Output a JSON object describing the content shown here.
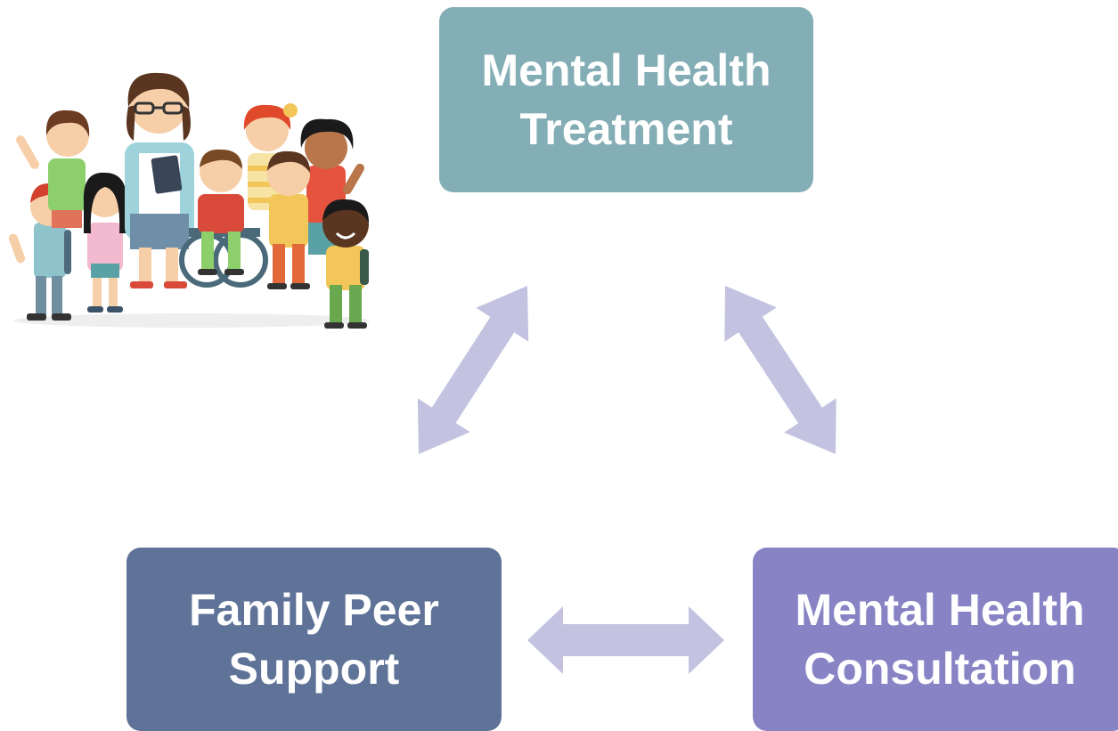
{
  "colors": {
    "treatment": "#84aeb5",
    "peer_support": "#5f7297",
    "consultation": "#8783c4",
    "arrow": "#c3c3e1"
  },
  "nodes": {
    "treatment": {
      "line1": "Mental Health",
      "line2": "Treatment"
    },
    "peer_support": {
      "line1": "Family Peer",
      "line2": "Support"
    },
    "consultation": {
      "line1": "Mental Health",
      "line2": "Consultation"
    }
  },
  "illustration": {
    "icon": "teacher-with-children-illustration",
    "description_people": 9
  },
  "connectors": [
    {
      "icon": "double-arrow-icon",
      "from": "treatment",
      "to": "peer_support"
    },
    {
      "icon": "double-arrow-icon",
      "from": "treatment",
      "to": "consultation"
    },
    {
      "icon": "double-arrow-icon",
      "from": "peer_support",
      "to": "consultation"
    }
  ]
}
